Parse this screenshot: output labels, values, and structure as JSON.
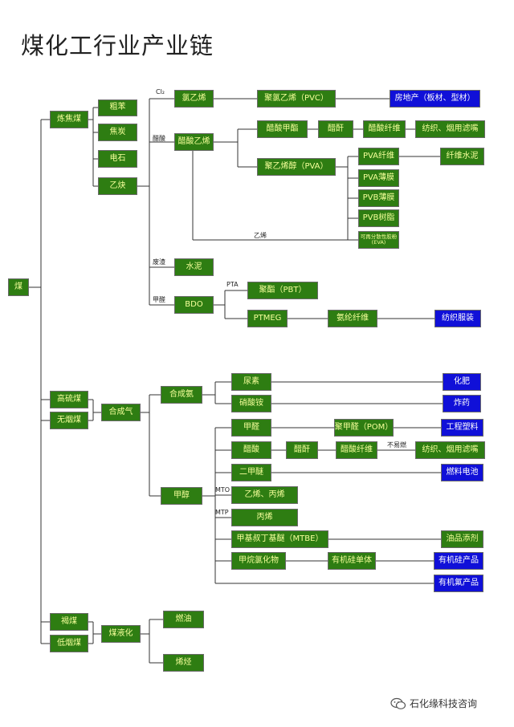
{
  "title": "煤化工行业产业链",
  "nodes": {
    "coal": "煤",
    "coking_coal": "炼焦煤",
    "crude_benzene": "粗苯",
    "coke": "焦炭",
    "calcium_carbide": "电石",
    "acetylene": "乙炔",
    "vinyl_chloride": "氯乙烯",
    "pvc": "聚氯乙烯（PVC）",
    "real_estate": "房地产（板材、型材）",
    "vinyl_acetate": "醋酸乙烯",
    "cellulose_acetate_methyl": "醋酸甲酯",
    "acetic_anhydride": "醋酐",
    "acetate_fiber": "醋酸纤维",
    "textile_filter": "纺织、烟用滤嘴",
    "pva": "聚乙烯醇（PVA）",
    "pva_fiber": "PVA纤维",
    "fiber_cement": "纤维水泥",
    "pva_film": "PVA薄膜",
    "pvb_film": "PVB薄膜",
    "pvb_resin": "PVB树脂",
    "eva": "可再分散性胶粉(EVA)",
    "cement": "水泥",
    "bdo": "BDO",
    "pbt": "聚酯（PBT）",
    "ptmeg": "PTMEG",
    "spandex": "氨纶纤维",
    "textile_clothing": "纺织服装",
    "high_sulfur_coal": "高硫煤",
    "anthracite": "无烟煤",
    "syngas": "合成气",
    "synthetic_ammonia": "合成氨",
    "urea": "尿素",
    "fertilizer": "化肥",
    "ammonium_nitrate": "硝酸铵",
    "explosives": "炸药",
    "formaldehyde": "甲醛",
    "pom": "聚甲醛（POM）",
    "engineering_plastics": "工程塑料",
    "acetic_acid": "醋酸",
    "acetic_anhydride2": "醋酐",
    "acetate_fiber2": "醋酸纤维",
    "textile_filter2": "纺织、烟用滤嘴",
    "dme": "二甲醚",
    "fuel_battery": "燃料电池",
    "methanol": "甲醇",
    "ethylene_propylene": "乙烯、丙烯",
    "propylene": "丙烯",
    "mtbe": "甲基叔丁基醚（MTBE）",
    "oil_additive": "油品添剂",
    "methyl_chlorosilane": "甲烷氯化物",
    "silicone_monomer": "有机硅单体",
    "silicone_products": "有机硅产品",
    "fluorine_products": "有机氟产品",
    "lignite": "褐煤",
    "low_rank_coal": "低烟煤",
    "coal_liquefaction": "煤液化",
    "fuel_oil": "燃油",
    "olefins": "烯烃"
  },
  "labels": {
    "cl2": "Cl₂",
    "acetic": "醋酸",
    "ethylene": "乙烯",
    "slag": "废渣",
    "methanal": "甲醛",
    "pta": "PTA",
    "mto": "MTO",
    "mtp": "MTP",
    "not_easy": "不易燃"
  },
  "footer": {
    "text": "石化缘科技咨询",
    "icon": "wechat-icon"
  },
  "colors": {
    "green": "#2e7d12",
    "green_text": "#f5ff9a",
    "blue": "#1010d8",
    "line": "#333333"
  }
}
